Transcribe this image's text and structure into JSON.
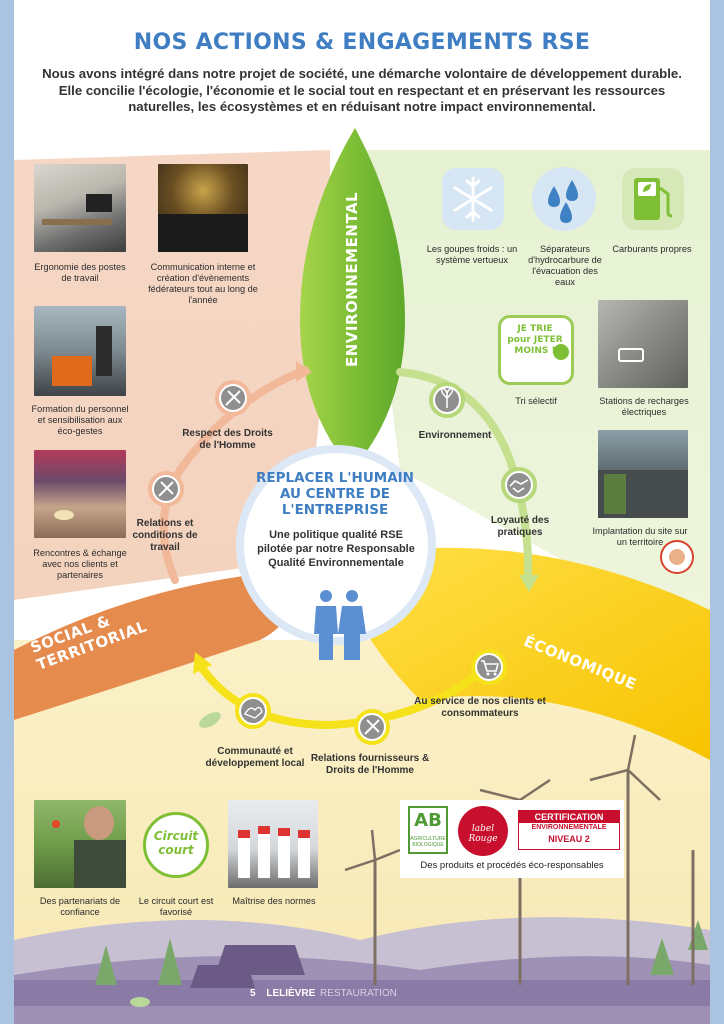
{
  "title": "NOS ACTIONS & ENGAGEMENTS RSE",
  "intro": "Nous avons intégré dans notre projet de société, une démarche volontaire de développement durable. Elle concilie l'écologie, l'économie et le social tout en respectant et en préservant les ressources naturelles, les écosystèmes et en réduisant notre impact environnemental.",
  "colors": {
    "title_blue": "#3f7ec2",
    "leaf_green": "#8cc63f",
    "social_orange": "#e07a45",
    "eco_yellow": "#f5c400"
  },
  "pillars": {
    "environnemental": "ENVIRONNEMENTAL",
    "social": "SOCIAL & TERRITORIAL",
    "economique": "ÉCONOMIQUE"
  },
  "center": {
    "title": "REPLACER L'HUMAIN AU CENTRE DE L'ENTREPRISE",
    "text": "Une politique qualité RSE pilotée par notre Responsable Qualité Environnementale"
  },
  "cycle_nodes": {
    "environnement": "Environnement",
    "loyaute": "Loyauté des pratiques",
    "clients": "Au service de nos clients et consommateurs",
    "fournisseurs": "Relations fournisseurs & Droits de l'Homme",
    "communaute": "Communauté et développement local",
    "relations_travail": "Relations et conditions de travail",
    "droits_homme": "Respect des Droits de l'Homme"
  },
  "social_items": {
    "ergonomie": "Ergonomie des postes de travail",
    "communication": "Communication interne et création d'évènements fédérateurs tout au long de l'année",
    "formation": "Formation du personnel et sensibilisation aux éco-gestes",
    "rencontres": "Rencontres & échange avec nos clients et partenaires"
  },
  "env_items": {
    "froid": "Les goupes froids : un système vertueux",
    "separateurs": "Séparateurs d'hydrocarbure de l'évacuation des eaux",
    "carburants": "Carburants propres",
    "tri": "Tri sélectif",
    "recharge": "Stations de recharges électriques",
    "implantation": "Implantation du site sur un territoire"
  },
  "tri_badge": "JE TRIE pour JETER MOINS !",
  "bottom_items": {
    "partenariats": "Des partenariats de confiance",
    "circuit": "Le circuit court est favorisé",
    "normes": "Maîtrise des normes"
  },
  "circuit_badge": {
    "line1": "Circuit",
    "line2": "court"
  },
  "labels_box": {
    "ab": "AB",
    "ab_sub": "AGRICULTURE BIOLOGIQUE",
    "label_rouge": "label Rouge",
    "certif_line1": "CERTIFICATION",
    "certif_line2": "ENVIRONNEMENTALE",
    "certif_line3": "NIVEAU 2",
    "caption": "Des produits et procédés éco-responsables"
  },
  "footer": {
    "page": "5",
    "brand1": "LELIÈVRE",
    "brand2": "RESTAURATION"
  }
}
